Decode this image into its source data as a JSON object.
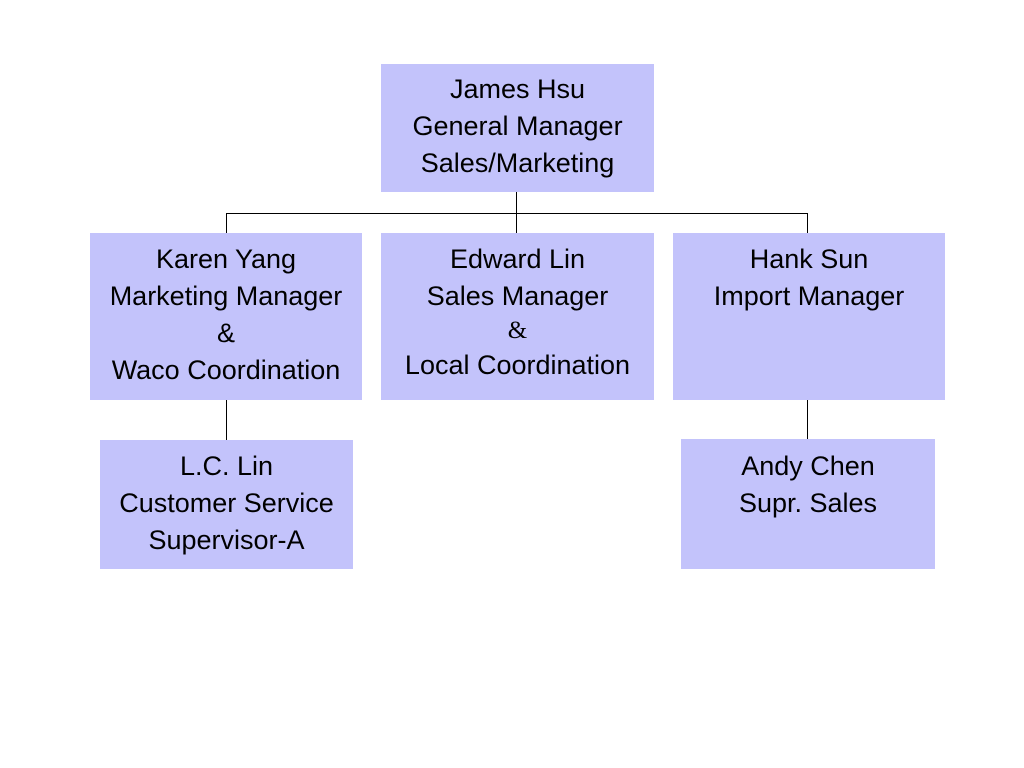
{
  "colors": {
    "box_fill": "#c3c3fb",
    "line": "#000000",
    "background": "#ffffff"
  },
  "chart": {
    "gm": {
      "name": "James Hsu",
      "title": "General Manager",
      "dept": "Sales/Marketing"
    },
    "marketing": {
      "name": "Karen Yang",
      "title": "Marketing Manager",
      "amp": "&",
      "extra": "Waco Coordination"
    },
    "sales": {
      "name": "Edward Lin",
      "title": "Sales Manager",
      "amp": "&",
      "extra": "Local Coordination"
    },
    "import": {
      "name": "Hank Sun",
      "title": "Import Manager"
    },
    "customer_service": {
      "name": "L.C. Lin",
      "title": "Customer Service",
      "extra": "Supervisor-A"
    },
    "supr_sales": {
      "name": "Andy Chen",
      "title": "Supr. Sales"
    }
  }
}
